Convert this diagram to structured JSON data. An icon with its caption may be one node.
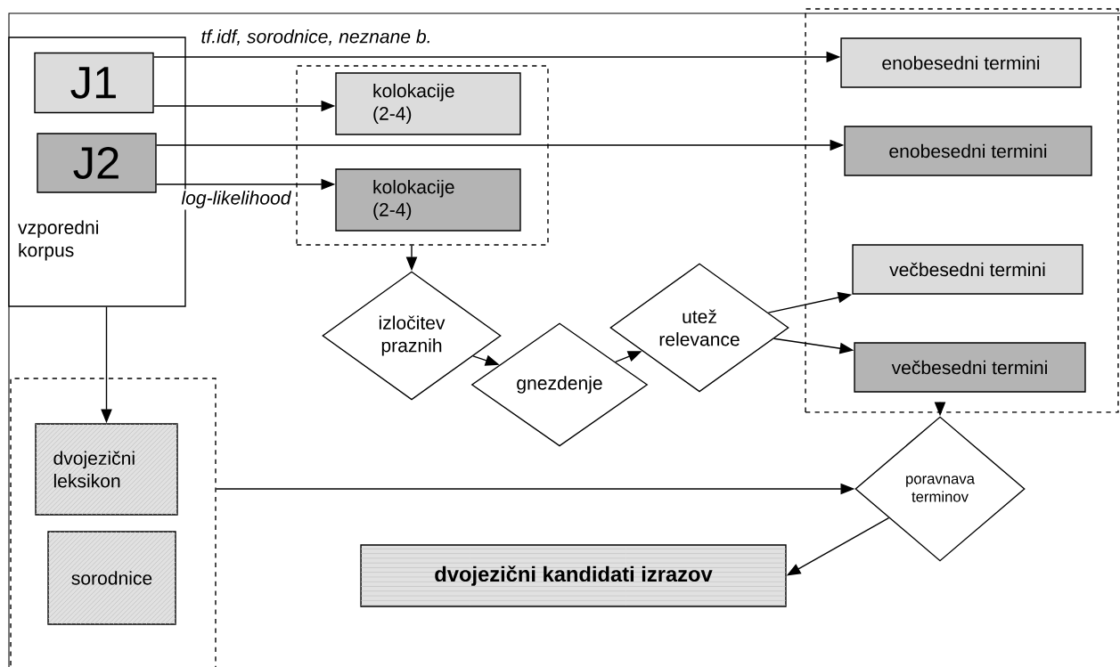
{
  "diagram": {
    "nodes": [
      {
        "text": [
          "vzporedni korpus"
        ]
      },
      {
        "text": [
          "J1"
        ],
        "in": 0
      },
      {
        "text": [
          "J2"
        ],
        "in": 0
      },
      {
        "text": [],
        "shape": "box"
      },
      {
        "text": [
          "kolokacije (2-4)"
        ],
        "in": 3
      },
      {
        "text": [
          "kolokacije (2-4)"
        ],
        "in": 3
      },
      {
        "text": [],
        "shape": "box"
      },
      {
        "text": [
          "enobesedni termini"
        ],
        "in": 6
      },
      {
        "text": [
          "enobesedni termini"
        ],
        "in": 6
      },
      {
        "text": [
          "večbesedni termini"
        ],
        "in": 6
      },
      {
        "text": [
          "večbesedni termini"
        ],
        "in": 6
      },
      {
        "text": [
          "izločitev praznih"
        ]
      },
      {
        "text": [
          "gnezdenje"
        ]
      },
      {
        "text": [
          "utež relevance"
        ]
      },
      {
        "text": [],
        "shape": "box"
      },
      {
        "text": [
          "dvojezični leksikon"
        ],
        "in": 14
      },
      {
        "text": [
          "sorodnice"
        ],
        "in": 14
      },
      {
        "text": [
          "poravnava terminov"
        ]
      },
      {
        "text": [
          "dvojezični kandidati izrazov"
        ]
      }
    ],
    "edges": [
      {
        "from": 1,
        "to": 7,
        "arrow": "to",
        "label": "tf.idf, sorodnice,  neznane b."
      },
      {
        "from": 1,
        "to": 4,
        "arrow": "to"
      },
      {
        "from": 2,
        "to": 8,
        "arrow": "to"
      },
      {
        "from": 2,
        "to": 5,
        "arrow": "to",
        "label": "log-likelihood"
      },
      {
        "from": 3,
        "to": 11,
        "arrow": "to"
      },
      {
        "from": 11,
        "to": 12,
        "arrow": "to"
      },
      {
        "from": 12,
        "to": 13,
        "arrow": "to"
      },
      {
        "from": 13,
        "to": 9,
        "arrow": "to"
      },
      {
        "from": 13,
        "to": 10,
        "arrow": "to"
      },
      {
        "from": 0,
        "to": 15,
        "arrow": "to"
      },
      {
        "from": 6,
        "to": 17,
        "arrow": "to"
      },
      {
        "from": 14,
        "to": 17,
        "arrow": "to"
      },
      {
        "from": 17,
        "to": 18,
        "arrow": "to"
      }
    ]
  }
}
